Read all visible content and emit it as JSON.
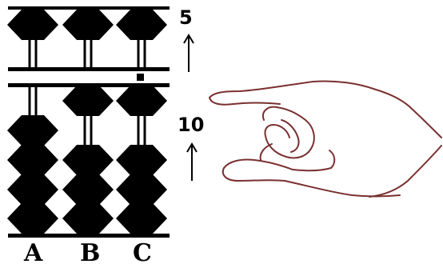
{
  "rods": [
    {
      "letter": "A",
      "upper_bead_active": false,
      "lower_beads_counted": 0
    },
    {
      "letter": "B",
      "upper_bead_active": false,
      "lower_beads_counted": 1
    },
    {
      "letter": "C",
      "upper_bead_active": false,
      "lower_beads_counted": 1
    }
  ],
  "annotations": {
    "upper_value": "5",
    "lower_value": "10"
  },
  "colors": {
    "ink": "#000000",
    "hand_outline": "#7a3030",
    "background": "#ffffff"
  },
  "icons": {
    "pointing_hand": "pointing-hand-icon",
    "upper_arrow": "up-arrow-icon",
    "lower_arrow": "up-arrow-icon"
  }
}
